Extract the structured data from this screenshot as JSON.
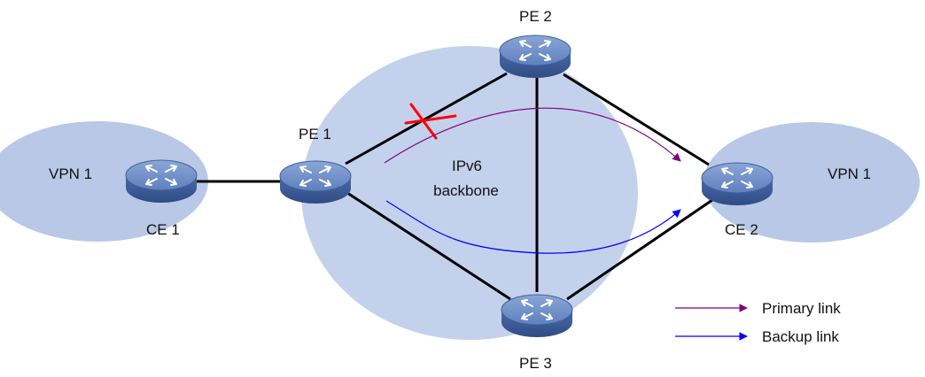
{
  "regions": {
    "vpn_left_label": "VPN 1",
    "vpn_right_label": "VPN 1",
    "backbone_line1": "IPv6",
    "backbone_line2": "backbone"
  },
  "devices": {
    "ce1": "CE 1",
    "pe1": "PE 1",
    "pe2": "PE 2",
    "pe3": "PE 3",
    "ce2": "CE 2"
  },
  "legend": {
    "primary": "Primary link",
    "backup": "Backup link"
  },
  "colors": {
    "region_fill": "#b8c8e6",
    "backbone_fill": "#c3d1ec",
    "router_top": "#6f8ec6",
    "router_side": "#3f5f9c",
    "link": "#000000",
    "primary_link": "#800080",
    "backup_link": "#0000ff",
    "fault_mark": "#ff0000"
  },
  "icons": {
    "router": "router-icon",
    "fault": "link-failure-x-icon"
  }
}
